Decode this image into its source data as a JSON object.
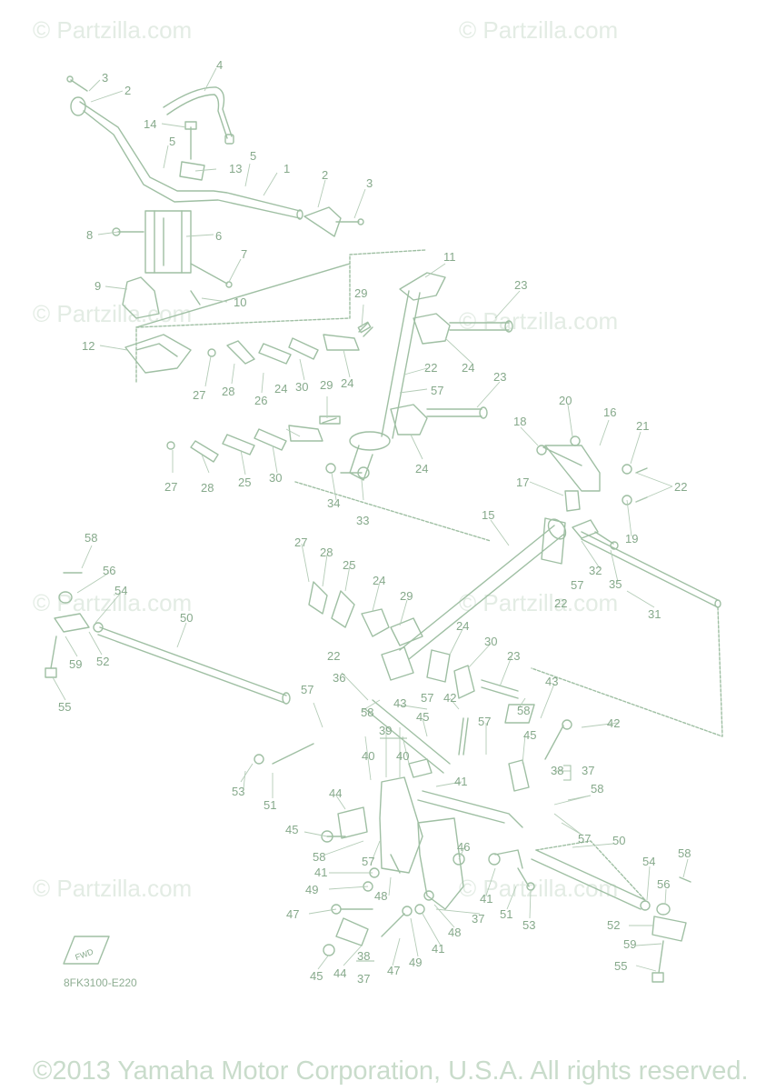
{
  "watermark": "© Partzilla.com",
  "figure_code": "8FK3100-E220",
  "fwd_label": "FWD",
  "copyright": "©2013 Yamaha Motor Corporation, U.S.A. All rights reserved.",
  "callouts": {
    "c1": "1",
    "c2a": "2",
    "c2b": "2",
    "c3a": "3",
    "c3b": "3",
    "c4": "4",
    "c5a": "5",
    "c5b": "5",
    "c6": "6",
    "c7": "7",
    "c8": "8",
    "c9": "9",
    "c10": "10",
    "c11": "11",
    "c12": "12",
    "c13": "13",
    "c14": "14",
    "c15": "15",
    "c16": "16",
    "c17": "17",
    "c18": "18",
    "c19": "19",
    "c20": "20",
    "c21": "21",
    "c22a": "22",
    "c22b": "22",
    "c22c": "22",
    "c22d": "22",
    "c23a": "23",
    "c23b": "23",
    "c23c": "23",
    "c24a": "24",
    "c24b": "24",
    "c24c": "24",
    "c24d": "24",
    "c24e": "24",
    "c24f": "24",
    "c25a": "25",
    "c25b": "25",
    "c26": "26",
    "c27a": "27",
    "c27b": "27",
    "c27c": "27",
    "c28a": "28",
    "c28b": "28",
    "c28c": "28",
    "c29a": "29",
    "c29b": "29",
    "c29c": "29",
    "c30a": "30",
    "c30b": "30",
    "c30c": "30",
    "c31": "31",
    "c32": "32",
    "c33": "33",
    "c34": "34",
    "c35": "35",
    "c36": "36",
    "c37a": "37",
    "c37b": "37",
    "c37c": "37",
    "c38a": "38",
    "c38b": "38",
    "c39": "39",
    "c40a": "40",
    "c40b": "40",
    "c41a": "41",
    "c41b": "41",
    "c41c": "41",
    "c41d": "41",
    "c42a": "42",
    "c42b": "42",
    "c43a": "43",
    "c43b": "43",
    "c44a": "44",
    "c44b": "44",
    "c45a": "45",
    "c45b": "45",
    "c45c": "45",
    "c45d": "45",
    "c46": "46",
    "c47a": "47",
    "c47b": "47",
    "c48a": "48",
    "c48b": "48",
    "c49a": "49",
    "c49b": "49",
    "c50a": "50",
    "c50b": "50",
    "c51a": "51",
    "c51b": "51",
    "c52a": "52",
    "c52b": "52",
    "c53a": "53",
    "c53b": "53",
    "c54a": "54",
    "c54b": "54",
    "c55a": "55",
    "c55b": "55",
    "c56a": "56",
    "c56b": "56",
    "c57a": "57",
    "c57b": "57",
    "c57c": "57",
    "c57d": "57",
    "c57e": "57",
    "c57f": "57",
    "c57g": "57",
    "c58a": "58",
    "c58b": "58",
    "c58c": "58",
    "c58d": "58",
    "c58e": "58",
    "c58f": "58",
    "c59a": "59",
    "c59b": "59"
  },
  "colors": {
    "line": "#9fbfa3",
    "text": "#86a98b",
    "watermark": "#e3ece4"
  }
}
